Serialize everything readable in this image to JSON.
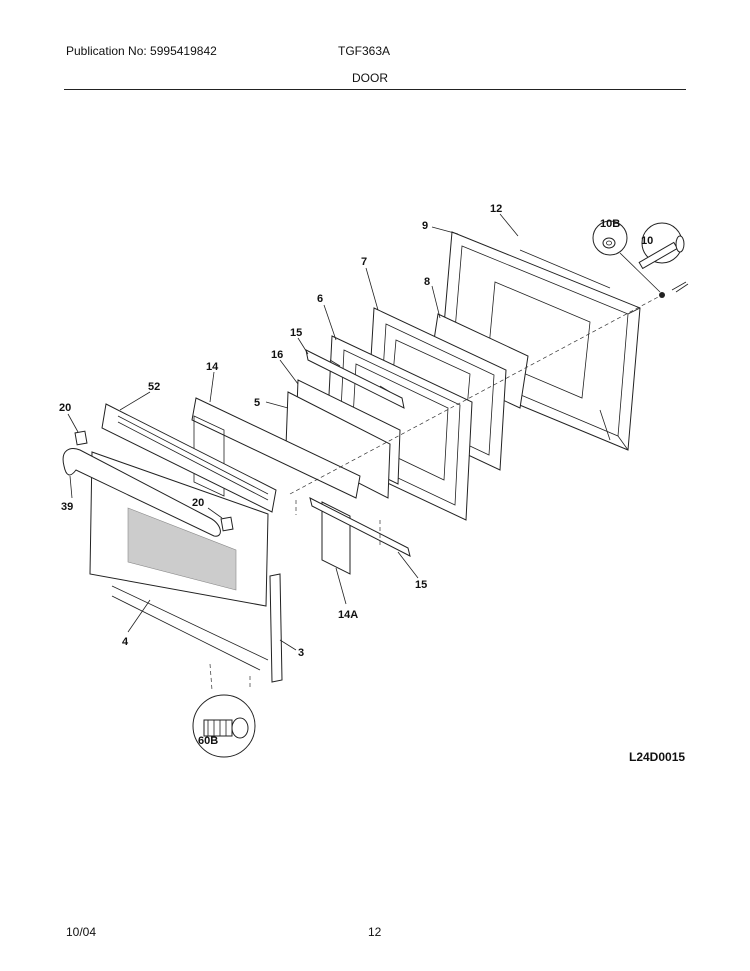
{
  "header": {
    "publication": "Publication No: 5995419842",
    "model": "TGF363A",
    "section": "DOOR"
  },
  "footer": {
    "date": "10/04",
    "page": "12",
    "drawing_code": "L24D0015"
  },
  "callouts": {
    "p12": "12",
    "p9": "9",
    "p10b": "10B",
    "p10": "10",
    "p7": "7",
    "p8": "8",
    "p6": "6",
    "p15a": "15",
    "p16": "16",
    "p14": "14",
    "p52": "52",
    "p5": "5",
    "p20a": "20",
    "p39": "39",
    "p20b": "20",
    "p15b": "15",
    "p14a": "14A",
    "p4": "4",
    "p3": "3",
    "p60b": "60B"
  }
}
